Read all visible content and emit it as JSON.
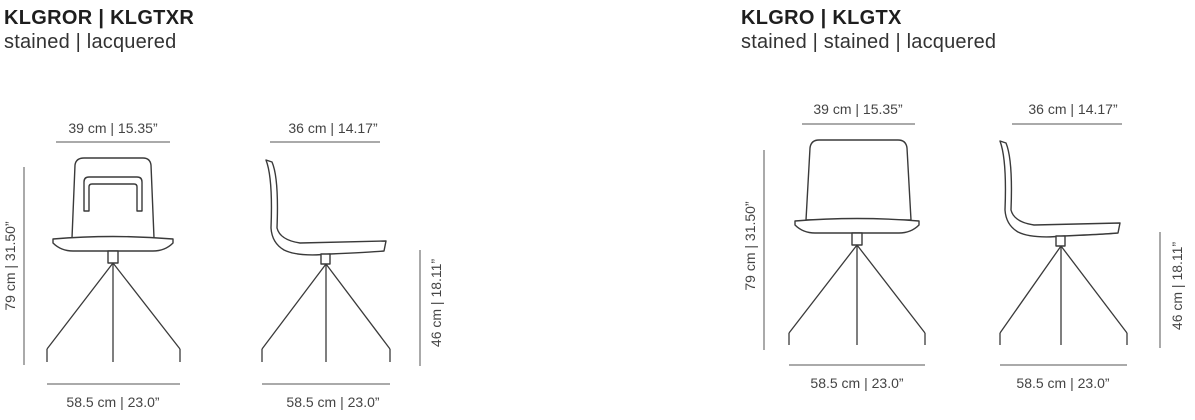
{
  "left_block": {
    "title": "KLGROR | KLGTXR",
    "subtitle": "stained | lacquered",
    "front": {
      "width": "39 cm | 15.35”",
      "height": "79 cm | 31.50”",
      "base": "58.5 cm | 23.0”"
    },
    "side": {
      "depth": "36 cm | 14.17”",
      "seat_height": "46 cm | 18.11”",
      "base": "58.5 cm | 23.0”"
    }
  },
  "right_block": {
    "title": "KLGRO | KLGTX",
    "subtitle": "stained | stained | lacquered",
    "front": {
      "width": "39 cm | 15.35”",
      "height": "79 cm | 31.50”",
      "base": "58.5 cm | 23.0”"
    },
    "side": {
      "depth": "36 cm | 14.17”",
      "seat_height": "46 cm | 18.11”",
      "base": "58.5 cm | 23.0”"
    }
  }
}
